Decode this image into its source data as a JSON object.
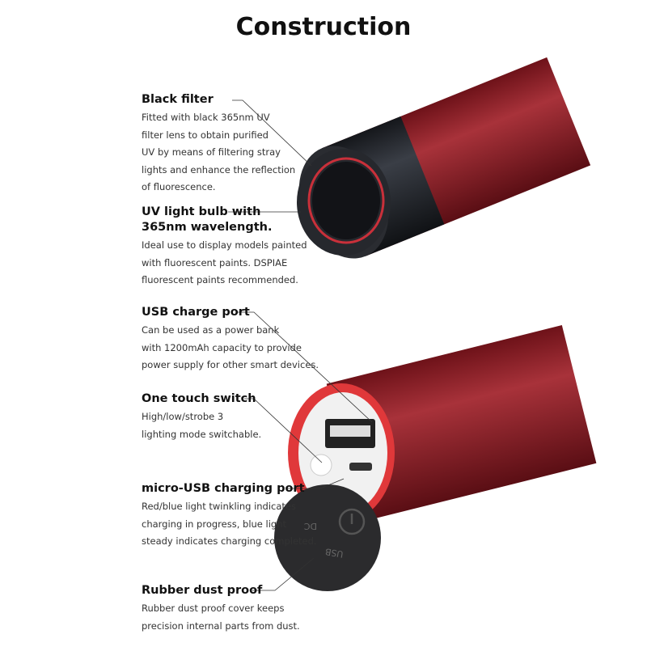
{
  "title": "Construction",
  "features": [
    {
      "heading": "Black filter",
      "lines": [
        "Fitted with black 365nm UV",
        "filter lens to obtain purified",
        "UV by means of filtering stray",
        "lights and enhance the reflection",
        "of fluorescence."
      ]
    },
    {
      "heading": "UV light bulb with",
      "heading2": "365nm wavelength.",
      "lines": [
        "Ideal use to display models painted",
        "with fluorescent paints. DSPIAE",
        "fluorescent paints recommended."
      ]
    },
    {
      "heading": "USB charge port",
      "lines": [
        "Can be used as a power bank",
        "with 1200mAh capacity to provide",
        "power supply for other smart devices."
      ]
    },
    {
      "heading": "One touch switch",
      "lines": [
        "High/low/strobe 3",
        "lighting mode switchable."
      ]
    },
    {
      "heading": "micro-USB charging port",
      "lines": [
        "Red/blue light twinkling indicates",
        "charging in progress, blue light",
        "steady indicates charging completed."
      ]
    },
    {
      "heading": "Rubber dust proof",
      "lines": [
        "Rubber dust proof cover keeps",
        "precision internal parts from dust."
      ]
    }
  ],
  "cap_labels": {
    "usb": "USB",
    "dc": "DC"
  },
  "colors": {
    "body_red": "#8e1f28",
    "rim_red": "#e0383a",
    "black": "#1e2126"
  }
}
